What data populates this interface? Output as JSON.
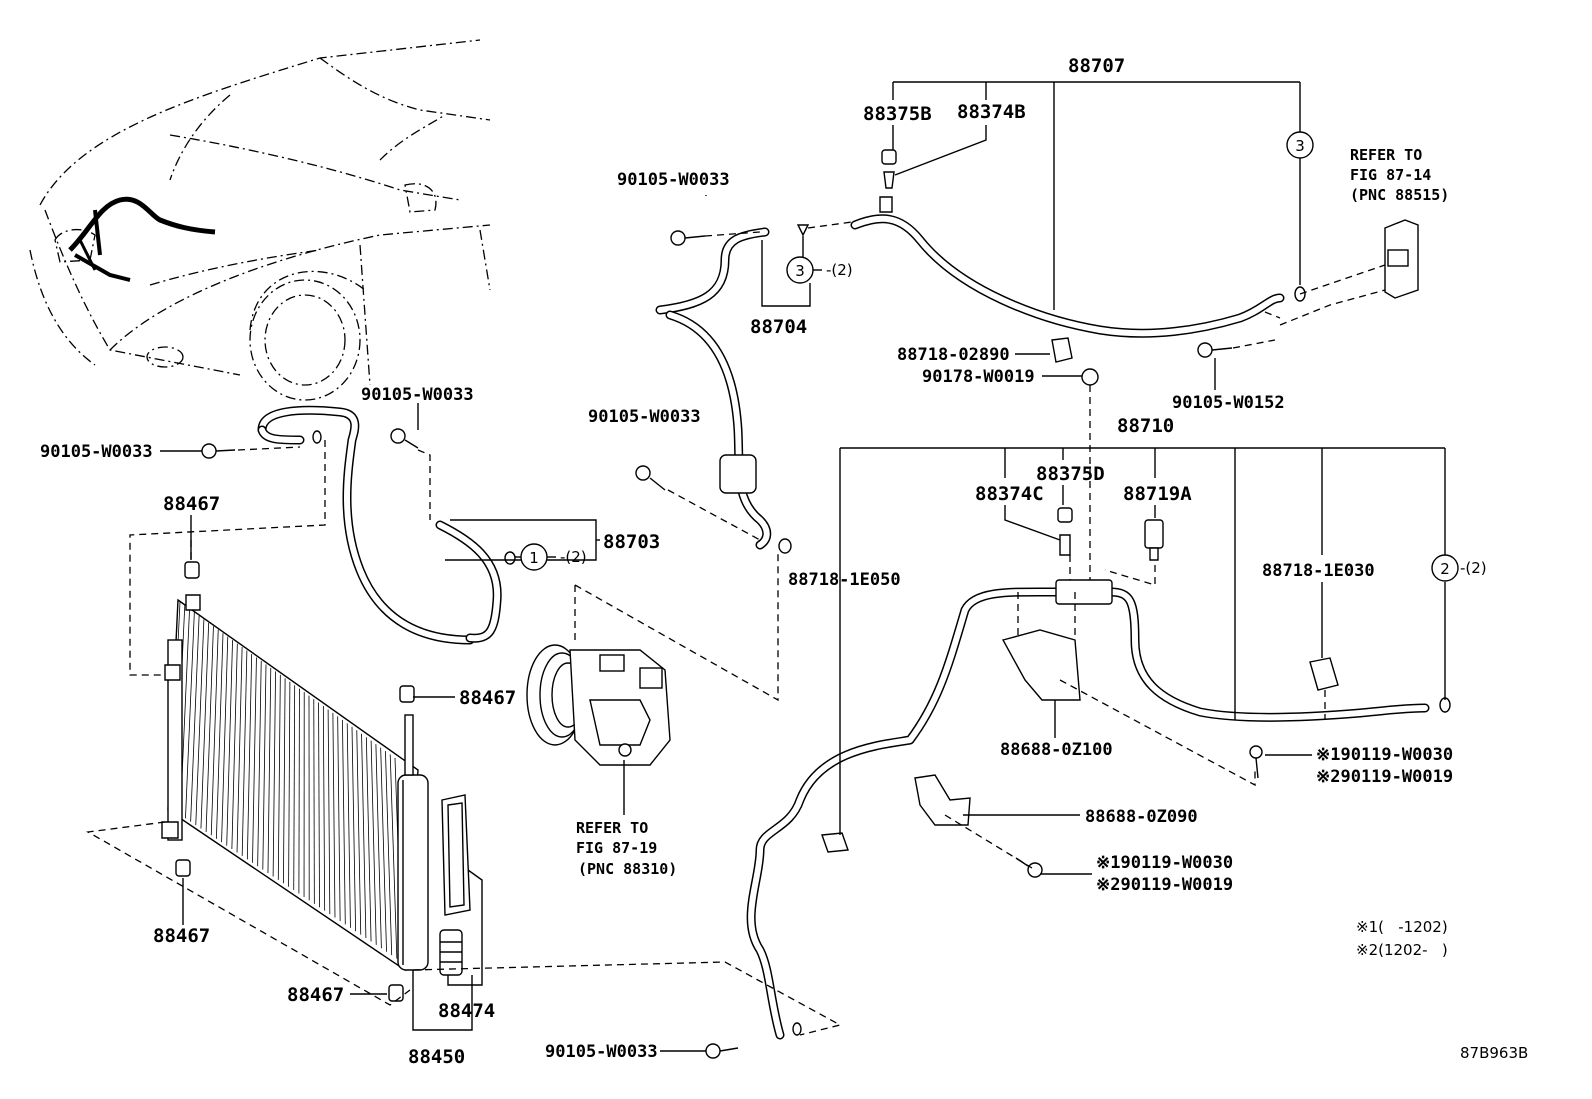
{
  "diagram_code": "87B963B",
  "labels": {
    "p88707": "88707",
    "p88375B": "88375B",
    "p88374B": "88374B",
    "p90105_W0033_a": "90105-W0033",
    "p88704": "88704",
    "p88718_02890": "88718-02890",
    "p90178_W0019": "90178-W0019",
    "p90105_W0152": "90105-W0152",
    "p88710": "88710",
    "p88375D": "88375D",
    "p88374C": "88374C",
    "p88719A": "88719A",
    "p88718_1E050": "88718-1E050",
    "p88718_1E030": "88718-1E030",
    "p88688_0Z100": "88688-0Z100",
    "p88688_0Z090": "88688-0Z090",
    "p90105_W0033_b": "90105-W0033",
    "p90105_W0033_c": "90105-W0033",
    "p90105_W0033_d": "90105-W0033",
    "p90105_W0033_e": "90105-W0033",
    "p88703": "88703",
    "p88467_a": "88467",
    "p88467_b": "88467",
    "p88467_c": "88467",
    "p88467_d": "88467",
    "p88474": "88474",
    "p88450": "88450",
    "s1_190119_W0030_a": "※190119-W0030",
    "s2_290119_W0019_a": "※290119-W0019",
    "s1_190119_W0030_b": "※190119-W0030",
    "s2_290119_W0019_b": "※290119-W0019"
  },
  "callouts": {
    "c3_top": "3",
    "c3_mid": "3",
    "c3_mid_qty": "-(2)",
    "c1": "1",
    "c1_qty": "-(2)",
    "c2": "2",
    "c2_qty": "-(2)"
  },
  "refer_notes": {
    "ref_top": [
      "REFER TO",
      "FIG 87-14",
      "(PNC 88515)"
    ],
    "ref_comp": [
      "REFER TO",
      "FIG 87-19",
      "(PNC 88310)"
    ]
  },
  "legend": {
    "note1": "※1(   -1202)",
    "note2": "※2(1202-   )"
  }
}
